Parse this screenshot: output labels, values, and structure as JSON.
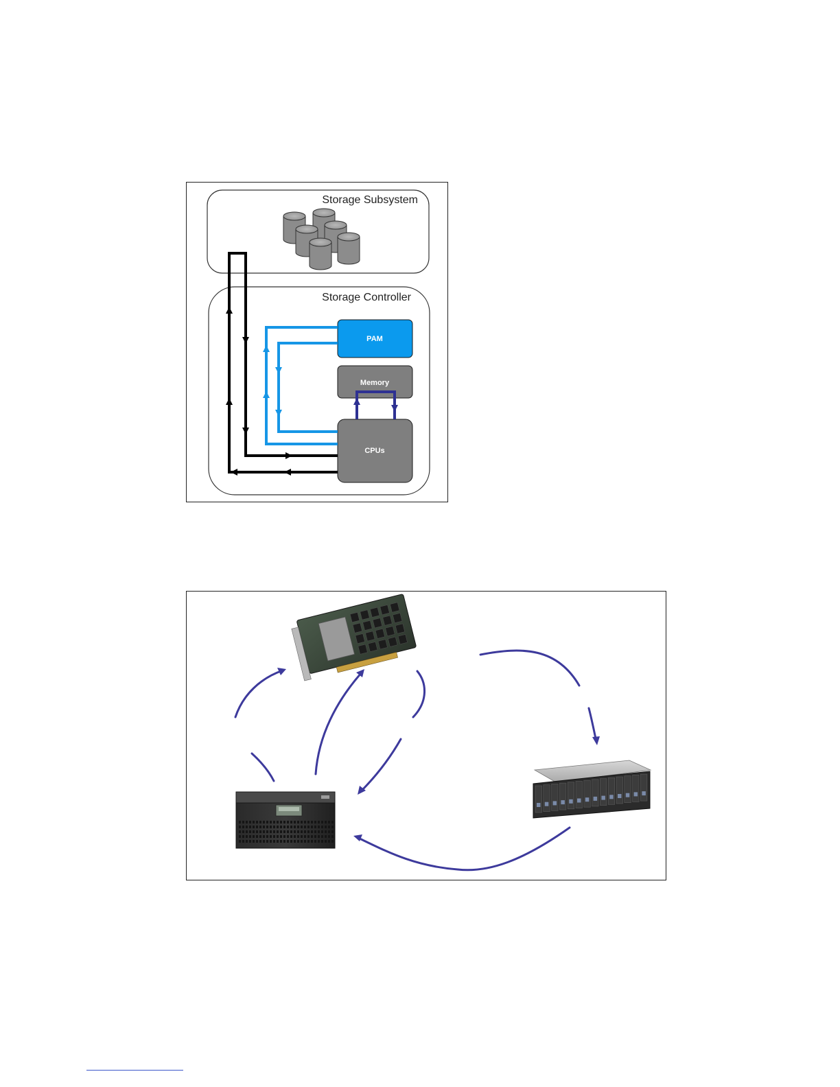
{
  "figure1": {
    "subsystem_label": "Storage Subsystem",
    "controller_label": "Storage Controller",
    "pam_label": "PAM",
    "memory_label": "Memory",
    "cpu_label": "CPUs",
    "colors": {
      "pam_fill": "#0b9aee",
      "gray_fill": "#7f7f7f",
      "disk_fill": "#8c8c8c",
      "black_path": "#000000",
      "light_blue_path": "#1696e6",
      "dark_blue_path": "#2e3192"
    }
  },
  "figure2": {
    "devices": [
      "pam-card-photo",
      "storage-controller-photo",
      "disk-shelf-photo"
    ],
    "colors": {
      "arrow": "#3d3a9c"
    }
  }
}
